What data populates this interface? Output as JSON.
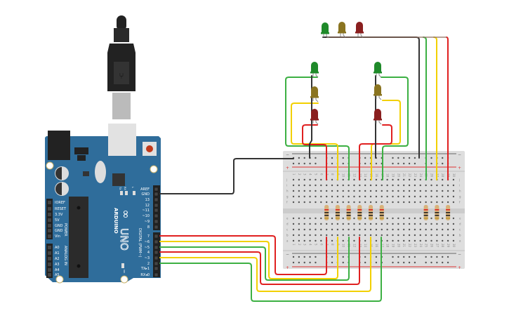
{
  "arduino": {
    "brand": "ARDUINO",
    "model": "UNO",
    "digital_header_title": "DIGITAL (PWM~)",
    "power_title": "POWER",
    "analog_title": "ANALOG IN",
    "led_labels": [
      "TX",
      "RX",
      "L",
      "ON"
    ],
    "digital_pins": [
      "AREF",
      "GND",
      "13",
      "12",
      "~11",
      "~10",
      "~9",
      "8",
      "7",
      "~6",
      "~5",
      "4",
      "~3",
      "2",
      "TX▸1",
      "RX◂0"
    ],
    "power_pins": [
      "IOREF",
      "RESET",
      "3.3V",
      "5V",
      "GND",
      "GND",
      "Vin"
    ],
    "analog_pins": [
      "A0",
      "A1",
      "A2",
      "A3",
      "A4",
      "A5"
    ],
    "board_color": "#2f6d9b"
  },
  "breadboard": {
    "columns": [
      "1",
      "2",
      "3",
      "4",
      "5",
      "6",
      "7",
      "8",
      "9",
      "10",
      "11",
      "12",
      "13",
      "14",
      "15",
      "16",
      "17",
      "18",
      "19",
      "20",
      "21",
      "22",
      "23",
      "24",
      "25",
      "26",
      "27",
      "28",
      "29",
      "30"
    ],
    "top_rows": [
      "j",
      "i",
      "h",
      "g",
      "f"
    ],
    "bottom_rows": [
      "e",
      "d",
      "c",
      "b",
      "a"
    ],
    "rail_minus": "−",
    "rail_plus": "+"
  },
  "colors": {
    "red_wire": "#e02020",
    "yellow_wire": "#f2d000",
    "green_wire": "#3cb043",
    "black_wire": "#333333",
    "led_green": "#1f8a2a",
    "led_yellow": "#8a7420",
    "led_red": "#8a1f1f"
  }
}
